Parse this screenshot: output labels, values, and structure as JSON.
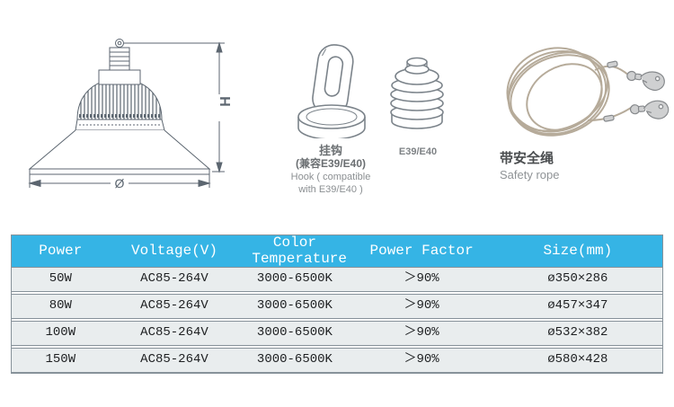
{
  "drawings": {
    "lamp": {
      "dim_height_label": "H",
      "dim_diameter_label": "Ø"
    },
    "hook": {
      "label_cn": "挂钩",
      "label_cn2": "(兼容E39/E40)",
      "label_en1": "Hook ( compatible",
      "label_en2": "with E39/E40 )"
    },
    "base": {
      "label": "E39/E40"
    },
    "rope": {
      "label_cn": "带安全绳",
      "label_en": "Safety rope"
    }
  },
  "table": {
    "header_bg": "#35b4e5",
    "row_bg": "#e9edee",
    "border_color": "#87929a",
    "columns": [
      "Power",
      "Voltage(V)",
      "Color Temperature",
      "Power Factor",
      "Size(mm)"
    ],
    "rows": [
      [
        "50W",
        "AC85-264V",
        "3000-6500K",
        "＞90%",
        "ø350×286"
      ],
      [
        "80W",
        "AC85-264V",
        "3000-6500K",
        "＞90%",
        "ø457×347"
      ],
      [
        "100W",
        "AC85-264V",
        "3000-6500K",
        "＞90%",
        "ø532×382"
      ],
      [
        "150W",
        "AC85-264V",
        "3000-6500K",
        "＞90%",
        "ø580×428"
      ]
    ]
  }
}
